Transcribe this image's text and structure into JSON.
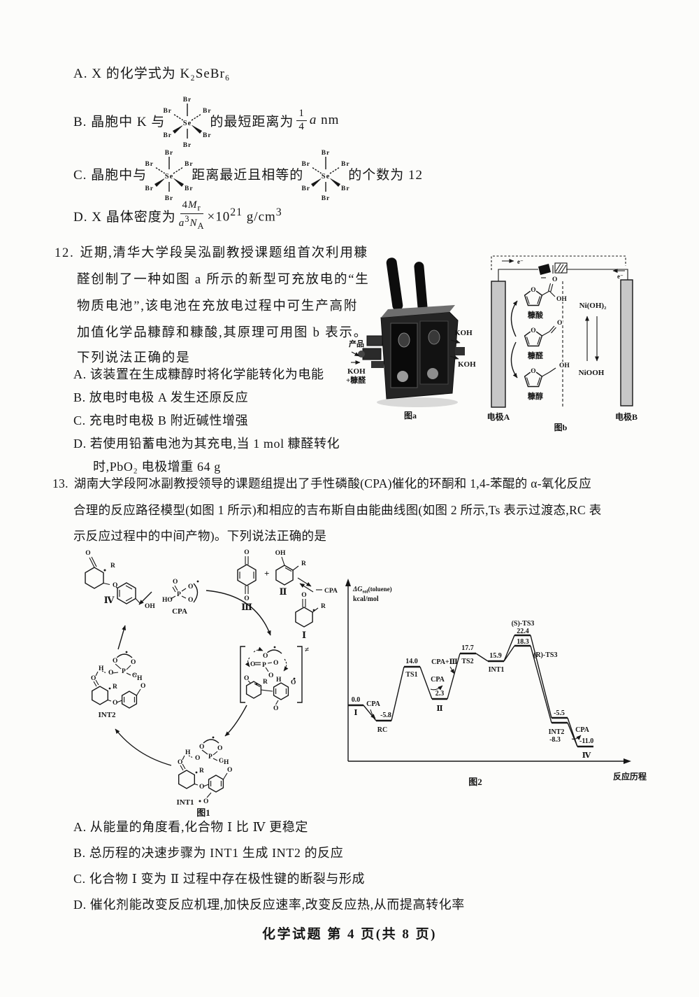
{
  "page": {
    "footer": "化学试题 第 4 页(共 8 页)"
  },
  "q11": {
    "option_a": "A. X 的化学式为 K₂SeBr₆",
    "option_b": {
      "pre": "B. 晶胞中 K 与",
      "mid": "的最短距离为",
      "frac_num": "1",
      "frac_den": "4",
      "post_var": "a",
      "post_unit": " nm"
    },
    "option_c": {
      "pre": "C. 晶胞中与",
      "mid": "距离最近且相等的",
      "post": "的个数为 12"
    },
    "option_d": {
      "pre": "D. X 晶体密度为",
      "num_4": "4",
      "num_m": "M",
      "num_sub": "r",
      "den_a": "a",
      "den_sup": "3",
      "den_n": "N",
      "den_sub": "A",
      "mul": "×10",
      "exp": "21",
      "unit": " g/cm",
      "unit_sup": "3"
    },
    "octahedron": {
      "center": "Se",
      "ligand": "Br"
    }
  },
  "q12": {
    "number": "12.",
    "lines": [
      "近期,清华大学段吴泓副教授课题组首次利用糠",
      "醛创制了一种如图 a 所示的新型可充放电的“生",
      "物质电池”,该电池在充放电过程中可生产高附",
      "加值化学品糠醇和糠酸,其原理可用图 b 表示。",
      "下列说法正确的是"
    ],
    "options": {
      "a": "A. 该装置在生成糠醇时将化学能转化为电能",
      "b": "B. 放电时电极 A 发生还原反应",
      "c": "C. 充电时电极 B 附近碱性增强",
      "d1": "D. 若使用铅蓄电池为其充电,当 1 mol 糠醛转化",
      "d2": "时,PbO₂ 电极增重 64 g"
    },
    "fig_a": {
      "caption": "图a",
      "product": "产品",
      "koh_feed_1": "KOH",
      "koh_feed_2": "+糠醛",
      "koh_top": "KOH",
      "koh_mid": "KOH"
    },
    "fig_b": {
      "caption": "图b",
      "electrode_a": "电极A",
      "electrode_b": "电极B",
      "electron": "e⁻",
      "acid": "糠酸",
      "aldehyde": "糠醛",
      "alcohol": "糠醇",
      "ni_oh_2": "Ni(OH)₂",
      "ni_ooh": "NiOOH",
      "o": "O",
      "oh": "OH"
    }
  },
  "q13": {
    "number": "13.",
    "lines": [
      "湖南大学段阿冰副教授领导的课题组提出了手性磷酸(CPA)催化的环酮和 1,4-苯醌的 α-氧化反应",
      "合理的反应路径模型(如图 1 所示)和相应的吉布斯自由能曲线图(如图 2 所示,Ts 表示过渡态,RC 表",
      "示反应过程中的中间产物)。下列说法正确的是"
    ],
    "options": {
      "a": "A. 从能量的角度看,化合物 Ⅰ 比 Ⅳ 更稳定",
      "b": "B. 总历程的决速步骤为 INT1 生成 INT2 的反应",
      "c": "C. 化合物 Ⅰ 变为 Ⅱ 过程中存在极性键的断裂与形成",
      "d": "D. 催化剂能改变反应机理,加快反应速率,改变反应热,从而提高转化率"
    },
    "fig1": {
      "caption": "图1",
      "iv": "Ⅳ",
      "iii": "Ⅲ",
      "ii": "Ⅱ",
      "i": "Ⅰ",
      "cpa": "CPA",
      "int2": "INT2",
      "int1": "INT1",
      "plus": "+",
      "o": "O",
      "oh": "OH",
      "ho": "HO",
      "h": "H",
      "r": "R",
      "p": "P",
      "dagger": "≠"
    }
  },
  "chart_data": {
    "type": "line",
    "title": "图2",
    "xlabel": "反应历程",
    "ylabel": "ΔG_sol(toluene)",
    "ylabel_units": "kcal/mol",
    "series": [
      {
        "name": "(S)-pathway",
        "labels": [
          "Ⅰ",
          "RC",
          "TS1",
          "Ⅱ",
          "TS2",
          "INT1",
          "(S)-TS3",
          "INT2",
          "Ⅳ"
        ],
        "values": [
          0.0,
          -5.8,
          14.0,
          2.3,
          17.7,
          15.9,
          22.4,
          -5.5,
          -11.0
        ]
      },
      {
        "name": "(R)-pathway",
        "labels": [
          "Ⅰ",
          "RC",
          "TS1",
          "Ⅱ",
          "TS2",
          "INT1",
          "(R)-TS3",
          "INT2",
          "Ⅳ"
        ],
        "values": [
          0.0,
          -5.8,
          14.0,
          2.3,
          17.7,
          15.9,
          18.3,
          -8.3,
          -11.0
        ]
      }
    ],
    "annotations": [
      "CPA",
      "CPA",
      "CPA+Ⅲ",
      "CPA"
    ],
    "display": {
      "ylabel_dg": "ΔG",
      "ylabel_sub": "sol",
      "ylabel_rest": "(toluene)",
      "ylabel_units": "kcal/mol",
      "v_i": "0.0",
      "l_i": "Ⅰ",
      "cpa1": "CPA",
      "v_rc": "-5.8",
      "l_rc": "RC",
      "v_ts1": "14.0",
      "l_ts1": "TS1",
      "cpa2": "CPA",
      "v_ii": "2.3",
      "l_ii": "Ⅱ",
      "cpa3": "CPA+Ⅲ",
      "v_ts2": "17.7",
      "l_ts2": "TS2",
      "v_int1": "15.9",
      "l_int1": "INT1",
      "l_s_ts3": "(S)-TS3",
      "v_s_ts3": "22.4",
      "v_r_ts3": "18.3",
      "l_r_ts3": "(R)-TS3",
      "v_int2_s": "-5.5",
      "l_int2": "INT2",
      "v_int2_r": "-8.3",
      "cpa4": "CPA",
      "v_iv": "-11.0",
      "l_iv": "Ⅳ",
      "xlabel": "反应历程",
      "caption": "图2"
    }
  }
}
